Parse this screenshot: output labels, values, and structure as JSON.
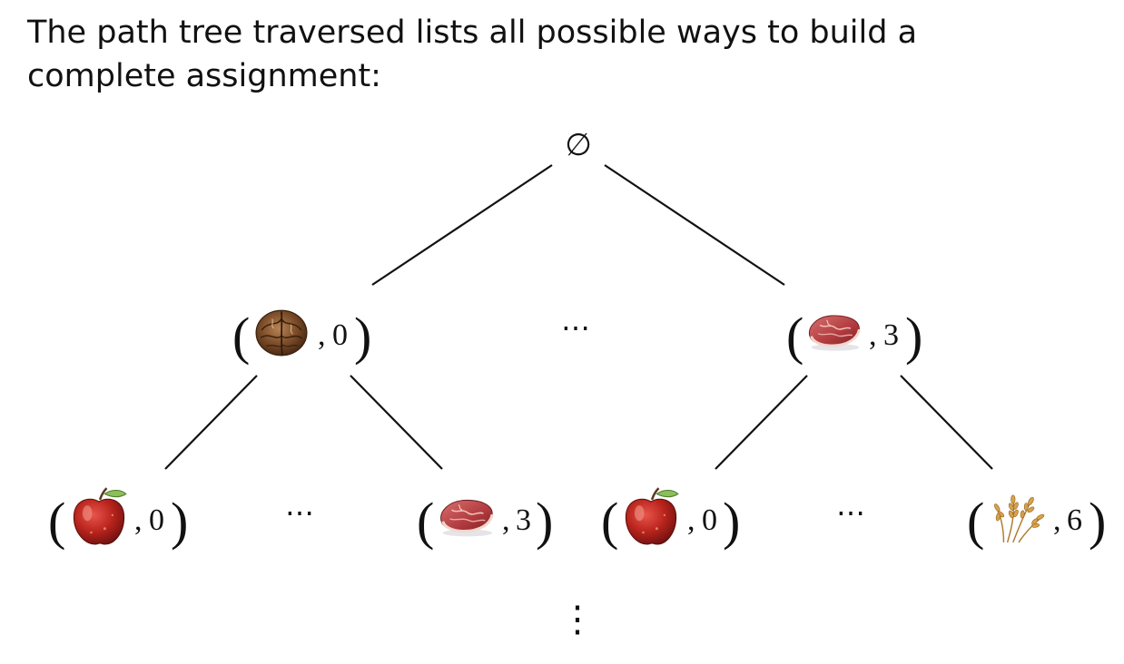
{
  "intro_text": "The path tree traversed lists all possible ways to build a complete assignment:",
  "root": {
    "label": "∅"
  },
  "level1": {
    "nodes": [
      {
        "icon": "walnut-icon",
        "value": "0"
      },
      {
        "icon": "steak-icon",
        "value": "3"
      }
    ],
    "ellipsis": "⋯"
  },
  "level2": {
    "nodes": [
      {
        "icon": "apple-icon",
        "value": "0"
      },
      {
        "icon": "steak-icon",
        "value": "3"
      },
      {
        "icon": "apple-icon",
        "value": "0"
      },
      {
        "icon": "wheat-icon",
        "value": "6"
      }
    ],
    "ellipses": [
      "⋯",
      "⋯"
    ]
  },
  "continuation": "⋮"
}
